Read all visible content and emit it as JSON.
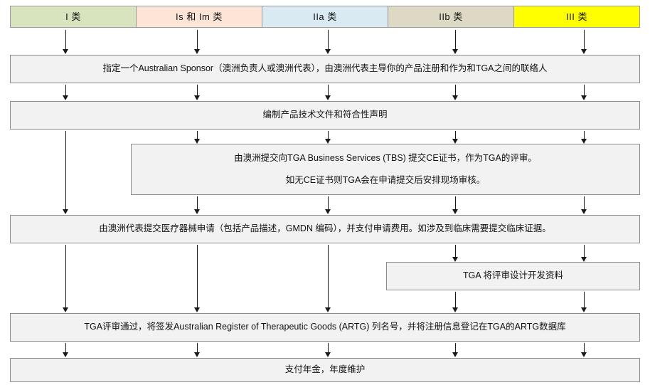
{
  "diagram": {
    "title": "TGA Medical Device Registration Flow",
    "categories": [
      {
        "label": "I 类",
        "color": "#d7e4bd"
      },
      {
        "label": "Is 和 Im 类",
        "color": "#fce4d6"
      },
      {
        "label": "IIa 类",
        "color": "#daeaf3"
      },
      {
        "label": "IIb 类",
        "color": "#ddd9c4"
      },
      {
        "label": "III 类",
        "color": "#ffff00"
      }
    ],
    "steps": {
      "sponsor": {
        "lines": [
          "指定一个Australian Sponsor（澳洲负责人或澳洲代表），由澳洲代表主导你的产品注册和作为和TGA之间的联络人"
        ]
      },
      "techfile": {
        "lines": [
          "编制产品技术文件和符合性声明"
        ]
      },
      "tbs": {
        "lines": [
          "由澳洲提交向TGA Business Services (TBS) 提交CE证书，作为TGA的评审。",
          "如无CE证书则TGA会在申请提交后安排现场审核。"
        ]
      },
      "apply": {
        "lines": [
          "由澳洲代表提交医疗器械申请（包括产品描述，GMDN 编码），并支付申请费用。如涉及到临床需要提交临床证据。"
        ]
      },
      "design": {
        "lines": [
          "TGA 将评审设计开发资料"
        ]
      },
      "artg": {
        "lines": [
          "TGA评审通过，将签发Australian Register of Therapeutic Goods (ARTG) 列名号，并将注册信息登记在TGA的ARTG数据库"
        ]
      },
      "annual": {
        "lines": [
          "支付年金，年度维护"
        ]
      }
    },
    "lane_x": [
      93,
      278,
      462,
      641,
      822
    ],
    "colors": {
      "box_fill": "#f2f2f2",
      "box_border": "#8c8c8c",
      "arrow": "#1a1a1a",
      "text": "#111111"
    }
  }
}
